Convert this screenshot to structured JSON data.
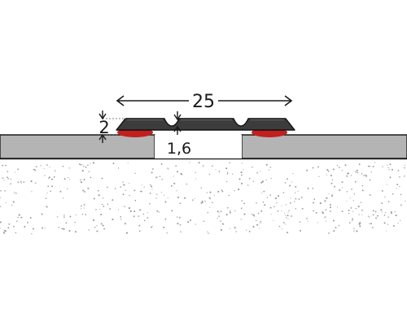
{
  "dimensions": {
    "width": "25",
    "height": "2",
    "gap": "1,6"
  },
  "colors": {
    "profile": "#3c3c3c",
    "profile_outline": "#111111",
    "adhesive": "#c21f1f",
    "floor": "#b4b4b4",
    "screed_dots": "#9a9a9a",
    "line": "#1a1a1a"
  }
}
